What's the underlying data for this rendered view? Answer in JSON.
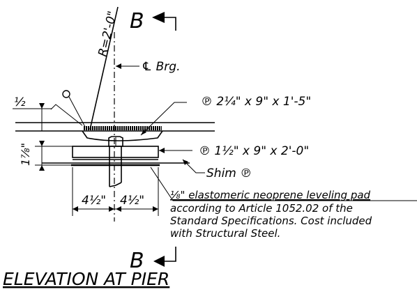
{
  "labels": {
    "section_mark_top": "B",
    "section_mark_bottom": "B",
    "radius": "R=2'-0\"",
    "centerline_bearing": "℄ Brg.",
    "top_plate": "℗ 2¼\" x 9\" x 1'-5\"",
    "bottom_plate": "℗ 1½\" x 9\" x 2'-0\"",
    "shim": "Shim ℗",
    "dim_left_half": "4½\"",
    "dim_right_half": "4½\"",
    "dim_height": "1⅞\"",
    "dim_top_gap": "½",
    "pad_note": [
      "⅛\" elastomeric neoprene leveling pad",
      "according to Article 1052.02 of the",
      "Standard Specifications.  Cost included",
      "with Structural Steel."
    ],
    "title": "ELEVATION AT PIER"
  }
}
